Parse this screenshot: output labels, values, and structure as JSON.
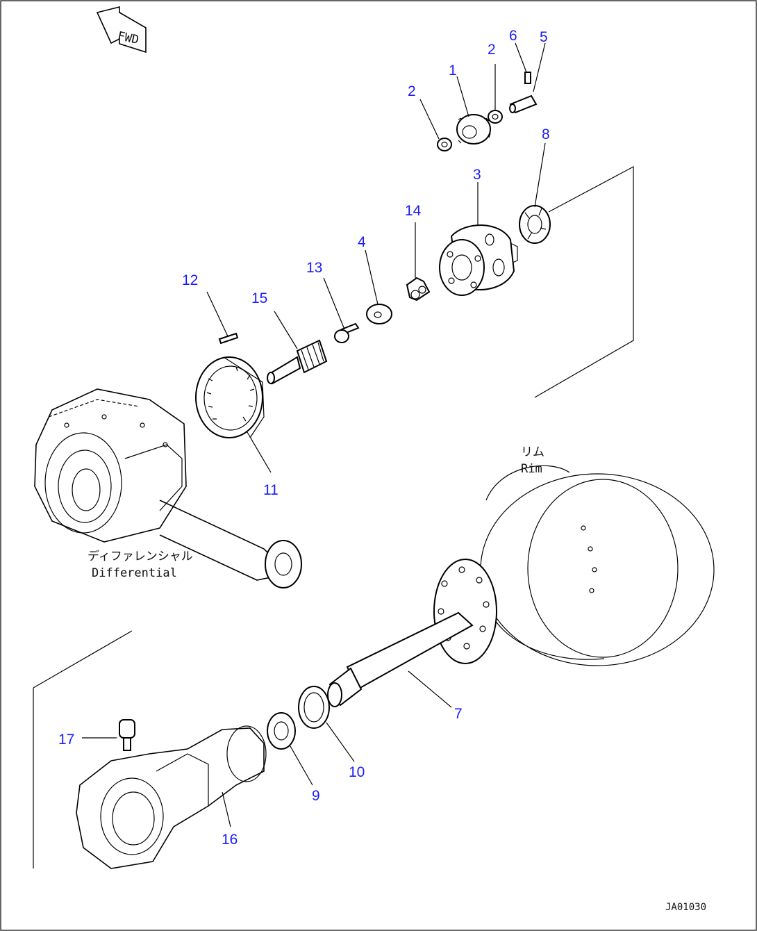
{
  "labels": {
    "p1": "1",
    "p2a": "2",
    "p2b": "2",
    "p3": "3",
    "p4": "4",
    "p5": "5",
    "p6": "6",
    "p7": "7",
    "p8": "8",
    "p9": "9",
    "p10": "10",
    "p11": "11",
    "p12": "12",
    "p13": "13",
    "p14": "14",
    "p15": "15",
    "p16": "16",
    "p17": "17"
  },
  "captions": {
    "fwd": "FWD",
    "rim_jp": "リム",
    "rim_en": "Rim",
    "diff_jp": "ディファレンシャル",
    "diff_en": "Differential"
  },
  "figure_code": "JA01030",
  "colors": {
    "callout": "#1a1aff",
    "line": "#000000"
  }
}
